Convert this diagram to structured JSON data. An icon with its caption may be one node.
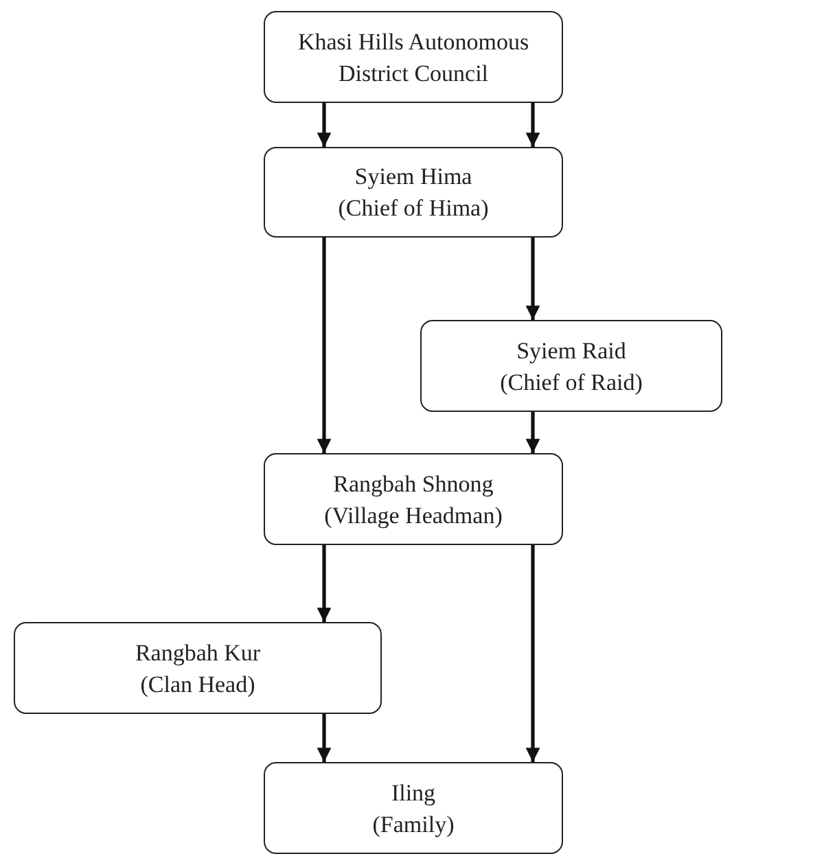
{
  "diagram": {
    "nodes": [
      {
        "text": [
          "Khasi Hills Autonomous District Council"
        ]
      },
      {
        "text": [
          "Syiem Hima",
          "(Chief of Hima)"
        ]
      },
      {
        "text": [
          "Syiem Raid",
          "(Chief of Raid)"
        ]
      },
      {
        "text": [
          "Rangbah Shnong",
          "(Village Headman)"
        ]
      },
      {
        "text": [
          "Rangbah Kur",
          "(Clan Head)"
        ]
      },
      {
        "text": [
          "Iling",
          "(Family)"
        ]
      }
    ],
    "edges": [
      {
        "from": 0,
        "to": 1,
        "arrow": "to"
      },
      {
        "from": 0,
        "to": 1,
        "arrow": "to"
      },
      {
        "from": 1,
        "to": 3,
        "arrow": "to"
      },
      {
        "from": 1,
        "to": 2,
        "arrow": "to"
      },
      {
        "from": 2,
        "to": 3,
        "arrow": "to"
      },
      {
        "from": 3,
        "to": 4,
        "arrow": "to"
      },
      {
        "from": 4,
        "to": 5,
        "arrow": "to"
      },
      {
        "from": 3,
        "to": 5,
        "arrow": "to"
      }
    ]
  }
}
